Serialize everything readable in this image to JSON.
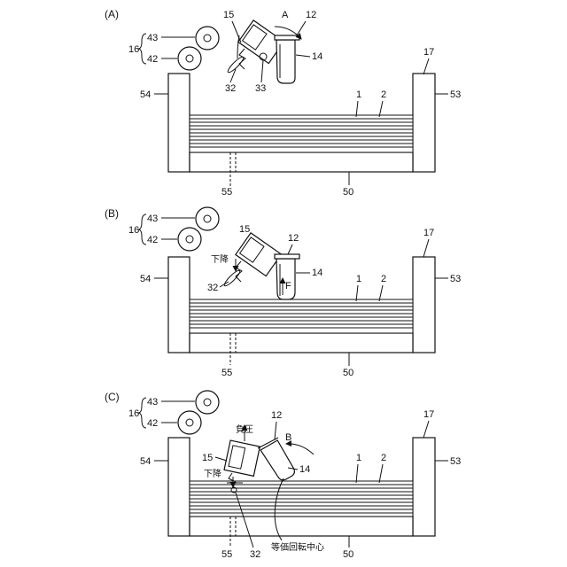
{
  "panels": [
    {
      "tag": "(A)",
      "labels": {
        "l15": "15",
        "arrowA": "A",
        "l12": "12",
        "l14": "14",
        "l16": "16",
        "l43": "43",
        "l42": "42",
        "l32": "32",
        "l33": "33",
        "l54": "54",
        "l1": "1",
        "l2": "2",
        "l17": "17",
        "l53": "53",
        "l55": "55",
        "l50": "50"
      }
    },
    {
      "tag": "(B)",
      "labels": {
        "l15": "15",
        "l12": "12",
        "l14": "14",
        "l16": "16",
        "l43": "43",
        "l42": "42",
        "l32": "32",
        "descend": "下降",
        "force": "F",
        "l54": "54",
        "l1": "1",
        "l2": "2",
        "l17": "17",
        "l53": "53",
        "l55": "55",
        "l50": "50"
      }
    },
    {
      "tag": "(C)",
      "labels": {
        "l15": "15",
        "l12": "12",
        "l14": "14",
        "l16": "16",
        "l43": "43",
        "l42": "42",
        "l32": "32",
        "descend": "下降",
        "negative_pressure": "負圧",
        "arrowB": "B",
        "equiv_center": "等価回転中心",
        "l54": "54",
        "l1": "1",
        "l2": "2",
        "l17": "17",
        "l53": "53",
        "l55": "55",
        "l50": "50"
      }
    }
  ]
}
